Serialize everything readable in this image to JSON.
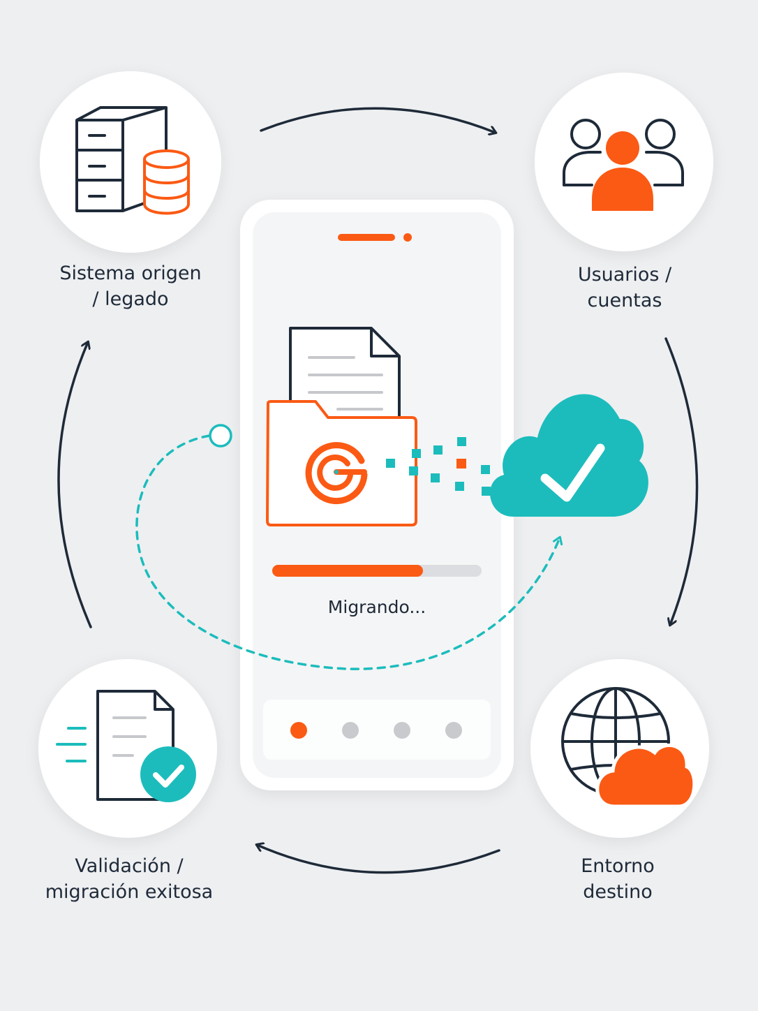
{
  "nodes": {
    "source": {
      "label": "Sistema origen\n/ legado",
      "icon": "database-server-icon"
    },
    "users": {
      "label": "Usuarios /\ncuentas",
      "icon": "users-group-icon"
    },
    "target": {
      "label": "Entorno\ndestino",
      "icon": "globe-cloud-icon"
    },
    "validation": {
      "label": "Validación /\nmigración exitosa",
      "icon": "document-check-icon"
    }
  },
  "phone": {
    "status": "Migrando...",
    "progress": 0.72,
    "pager": {
      "count": 4,
      "active": 0
    }
  },
  "colors": {
    "background": "#eeeff1",
    "accent_orange": "#fb5a14",
    "accent_teal": "#1cbcbc",
    "ink": "#1e2a38",
    "track": "#dcdde0",
    "dot_inactive": "#c9cacd"
  }
}
